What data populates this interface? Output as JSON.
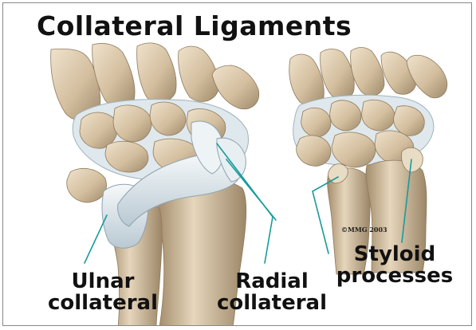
{
  "title": "Collateral Ligaments",
  "labels": {
    "ulnar_line1": "Ulnar",
    "ulnar_line2": "collateral",
    "radial_line1": "Radial",
    "radial_line2": "collateral",
    "styloid_line1": "Styloid",
    "styloid_line2": "processes"
  },
  "copyright": "©MMG 2003",
  "colors": {
    "bone": "#d7c3a6",
    "bone_shadow": "#9a8466",
    "ligament": "#e6edf0",
    "ligament_shadow": "#9fb3bf",
    "leader_line": "#1a9a9a",
    "text": "#111111",
    "border": "#888888"
  }
}
